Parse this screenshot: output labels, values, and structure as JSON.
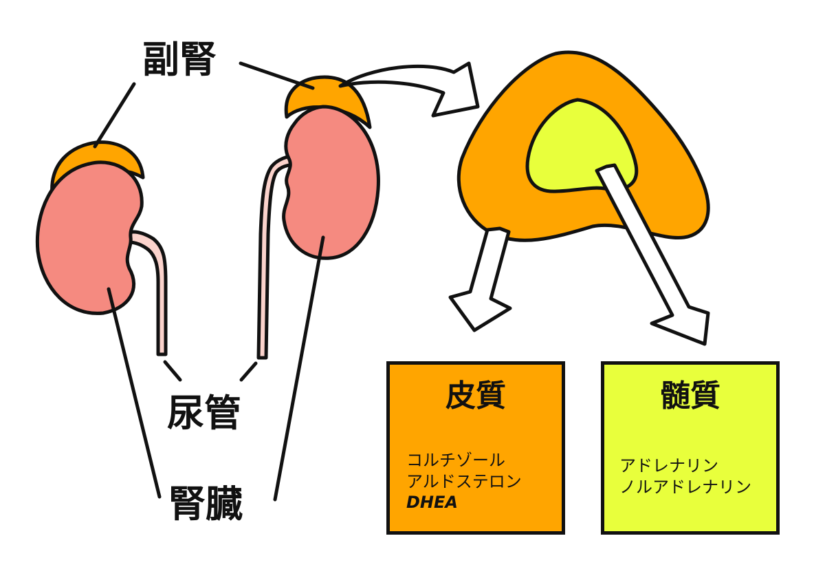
{
  "labels": {
    "adrenal": "副腎",
    "ureter": "尿管",
    "kidney": "腎臓"
  },
  "cortex": {
    "title": "皮質",
    "hormones": [
      "コルチゾール",
      "アルドステロン",
      "DHEA"
    ]
  },
  "medulla": {
    "title": "髄質",
    "hormones": [
      "アドレナリン",
      "ノルアドレナリン"
    ]
  },
  "colors": {
    "adrenal_cortex": "#FFA500",
    "adrenal_medulla": "#E8FF3C",
    "kidney": "#F58A80",
    "ureter": "#FBD3CC",
    "outline": "#111111"
  }
}
